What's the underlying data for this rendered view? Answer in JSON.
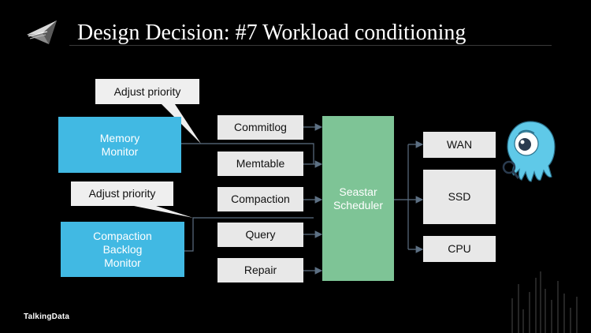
{
  "slide": {
    "title": "Design Decision: #7 Workload conditioning",
    "footer_brand": "TalkingData"
  },
  "callouts": {
    "memory": "Adjust priority",
    "compaction": "Adjust priority"
  },
  "monitors": {
    "memory": "Memory\nMonitor",
    "compaction_backlog": "Compaction\nBacklog\nMonitor"
  },
  "workloads": [
    "Commitlog",
    "Memtable",
    "Compaction",
    "Query",
    "Repair"
  ],
  "scheduler": "Seastar\nScheduler",
  "resources": [
    "WAN",
    "SSD",
    "CPU"
  ],
  "colors": {
    "monitor": "#41b9e3",
    "workload": "#e8e8e8",
    "scheduler": "#7ec496",
    "mascot": "#5fc9e8",
    "connector": "#5c6f82"
  },
  "icons": [
    "slide-logo-icon",
    "octopus-mascot-icon",
    "magnifier-icon"
  ]
}
